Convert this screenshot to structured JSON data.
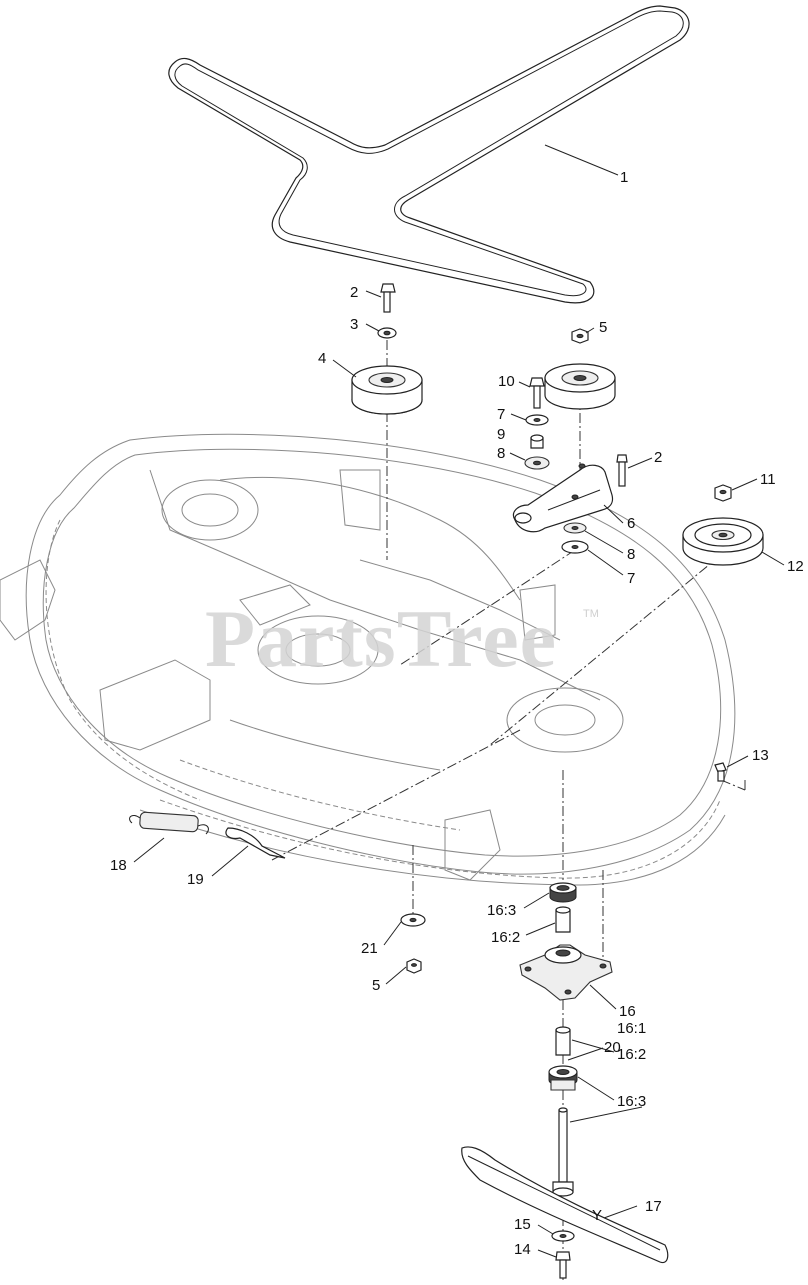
{
  "watermark": {
    "text": "PartsTree",
    "trademark": "TM"
  },
  "callouts": [
    {
      "id": "c1",
      "label": "1"
    },
    {
      "id": "c2a",
      "label": "2"
    },
    {
      "id": "c3",
      "label": "3"
    },
    {
      "id": "c4",
      "label": "4"
    },
    {
      "id": "c5a",
      "label": "5"
    },
    {
      "id": "c10",
      "label": "10"
    },
    {
      "id": "c7a",
      "label": "7"
    },
    {
      "id": "c9",
      "label": "9"
    },
    {
      "id": "c8a",
      "label": "8"
    },
    {
      "id": "c2b",
      "label": "2"
    },
    {
      "id": "c6",
      "label": "6"
    },
    {
      "id": "c8b",
      "label": "8"
    },
    {
      "id": "c7b",
      "label": "7"
    },
    {
      "id": "c11",
      "label": "11"
    },
    {
      "id": "c12",
      "label": "12"
    },
    {
      "id": "c13",
      "label": "13"
    },
    {
      "id": "c18",
      "label": "18"
    },
    {
      "id": "c19",
      "label": "19"
    },
    {
      "id": "c163a",
      "label": "16:3"
    },
    {
      "id": "c162a",
      "label": "16:2"
    },
    {
      "id": "c21",
      "label": "21"
    },
    {
      "id": "c5b",
      "label": "5"
    },
    {
      "id": "c16",
      "label": "16"
    },
    {
      "id": "c161",
      "label": "16:1"
    },
    {
      "id": "c162b",
      "label": "16:2"
    },
    {
      "id": "c163b",
      "label": "16:3"
    },
    {
      "id": "c20",
      "label": "20"
    },
    {
      "id": "c17",
      "label": "17"
    },
    {
      "id": "c15",
      "label": "15"
    },
    {
      "id": "c14",
      "label": "14"
    }
  ],
  "blade_mark": "Y"
}
